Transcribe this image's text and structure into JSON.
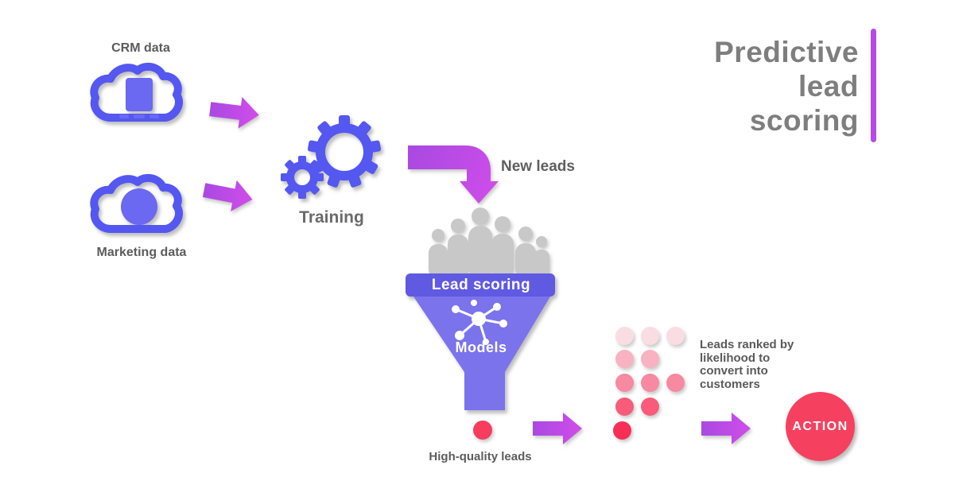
{
  "title": {
    "full_text": "Predictive lead scoring",
    "lines": [
      "Predictive",
      "lead",
      "scoring"
    ]
  },
  "left_sources": {
    "crm_cloud_label": "CRM data",
    "marketing_cloud_label": "Marketing data"
  },
  "process": {
    "gears_label": "Training"
  },
  "incoming": {
    "arrow_label": "New leads"
  },
  "funnel": {
    "band_label": "Lead scoring",
    "body_label": "Models"
  },
  "output": {
    "scored_lead_label": "High-quality leads"
  },
  "ranking": {
    "caption_lines": [
      "Leads ranked by",
      "likelihood to",
      "convert into",
      "customers"
    ],
    "rows": [
      {
        "count": 3,
        "color": "#fadde3"
      },
      {
        "count": 2,
        "color": "#f9b2c2"
      },
      {
        "count": 3,
        "color": "#f789a0"
      },
      {
        "count": 2,
        "color": "#f85c7a"
      },
      {
        "count": 1,
        "color": "#f72e55"
      }
    ]
  },
  "action": {
    "label": "ACTION",
    "color": "#f5415f"
  },
  "palette": {
    "cloud_outline": "#5457f0",
    "cloud_inner_fill": "#6b68f2",
    "gear_color": "#5457f0",
    "funnel_band": "#6059e2",
    "funnel_body": "#7b73ec",
    "arrow_gradient_start": "#a94ae2",
    "arrow_gradient_end": "#d14cea",
    "accent_bar": "#b64ae6",
    "scored_lead_dot": "#f73c5e",
    "title_text": "#7e7e7e",
    "label_text": "#5c5c5c",
    "crowd_grey": "#c8c8c8"
  }
}
